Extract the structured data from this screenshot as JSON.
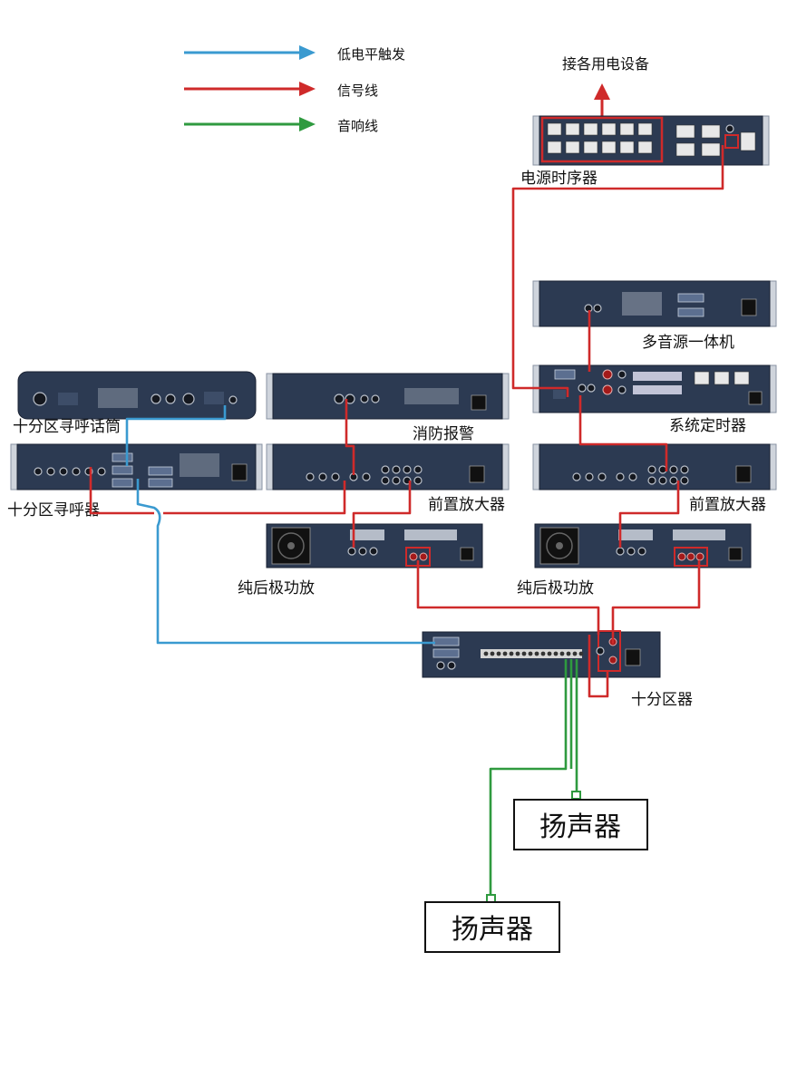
{
  "legend": {
    "low_level_trigger": "低电平触发",
    "signal_line": "信号线",
    "audio_line": "音响线",
    "colors": {
      "blue": "#3a9ad0",
      "red": "#cf2a2a",
      "green": "#2f9a3f"
    }
  },
  "labels": {
    "connect_devices": "接各用电设备",
    "power_sequencer": "电源时序器",
    "multi_source": "多音源一体机",
    "system_timer": "系统定时器",
    "paging_mic": "十分区寻呼话筒",
    "fire_alarm": "消防报警",
    "pager": "十分区寻呼器",
    "preamp_left": "前置放大器",
    "preamp_right": "前置放大器",
    "amp_left": "纯后极功放",
    "amp_right": "纯后极功放",
    "zoner": "十分区器",
    "speaker_1": "扬声器",
    "speaker_2": "扬声器"
  }
}
